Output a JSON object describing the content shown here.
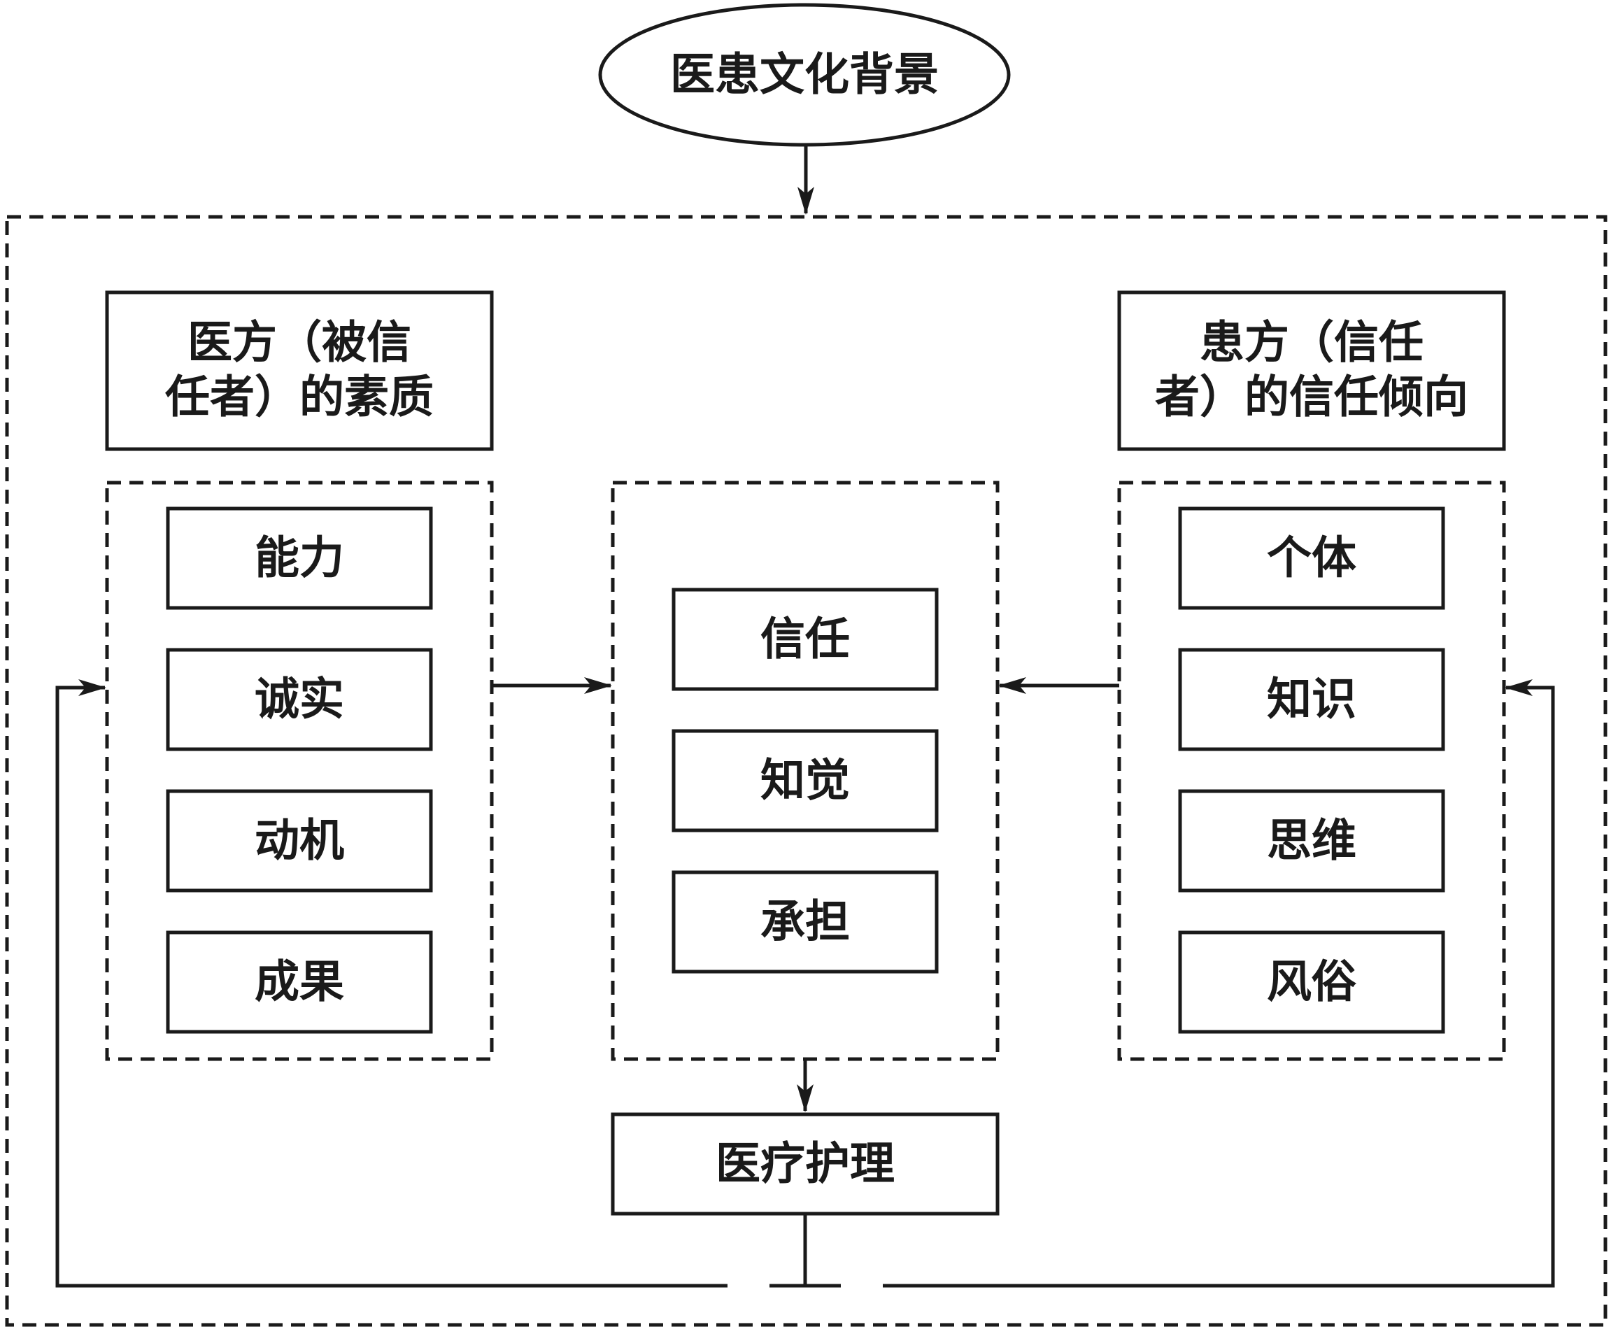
{
  "top": {
    "label": "医患文化背景"
  },
  "left_header": {
    "line1": "医方（被信",
    "line2": "任者）的素质"
  },
  "right_header": {
    "line1": "患方（信任",
    "line2": "者）的信任倾向"
  },
  "left_items": [
    "能力",
    "诚实",
    "动机",
    "成果"
  ],
  "center_items": [
    "信任",
    "知觉",
    "承担"
  ],
  "right_items": [
    "个体",
    "知识",
    "思维",
    "风俗"
  ],
  "bottom": {
    "label": "医疗护理"
  },
  "colors": {
    "line": "#1a1a1a",
    "background": "#ffffff"
  }
}
